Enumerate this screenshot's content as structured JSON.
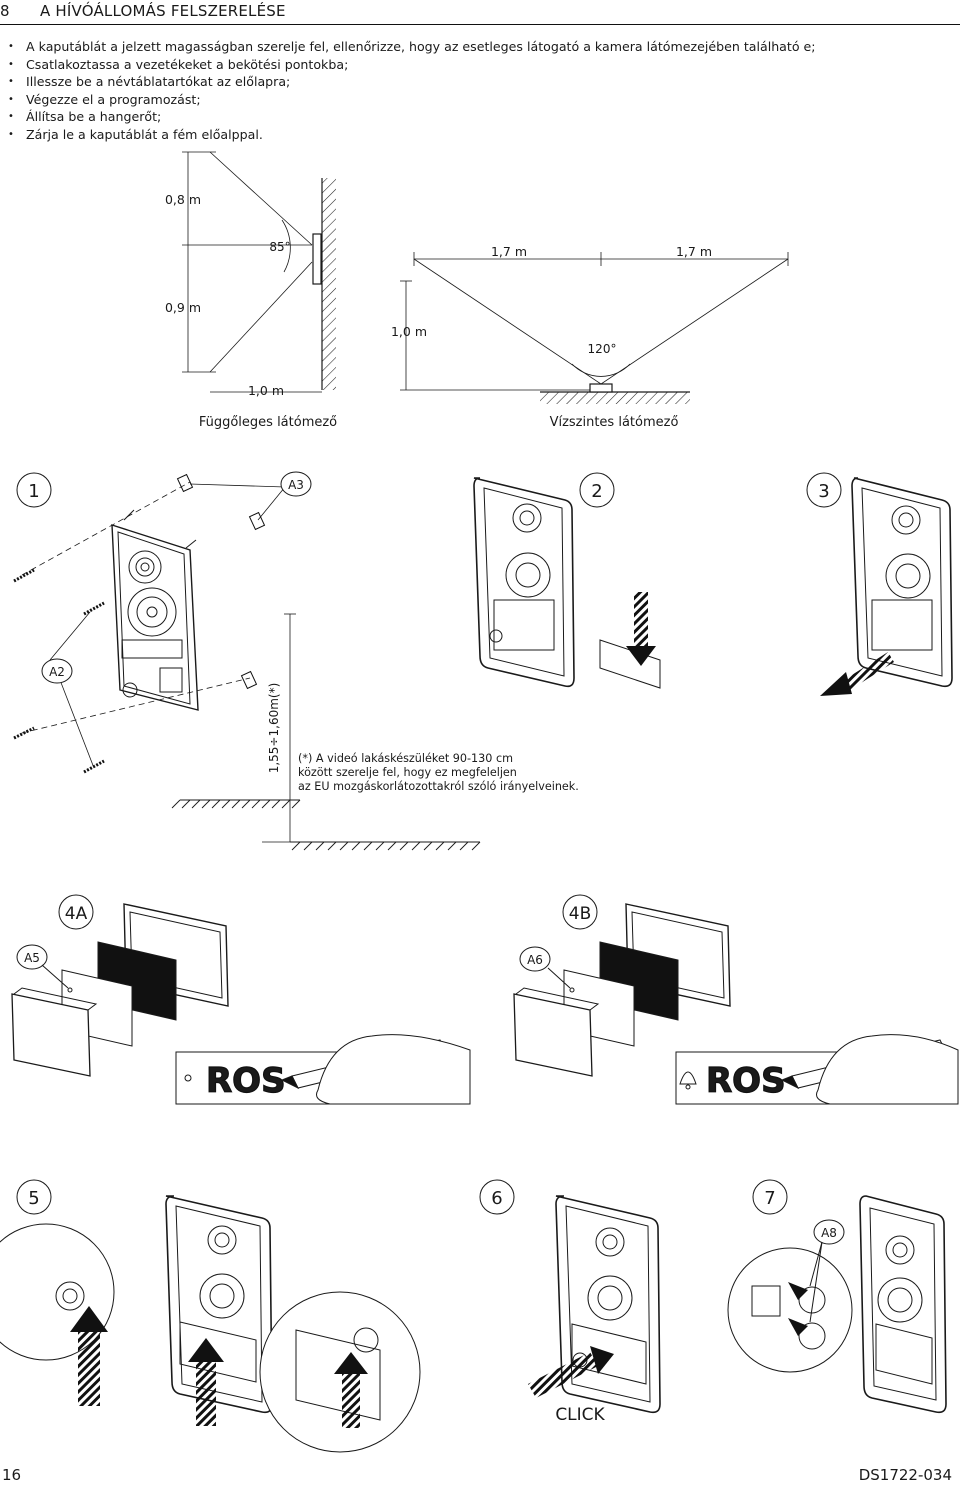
{
  "header": {
    "page_number": "8",
    "title": "A HÍVÓÁLLOMÁS FELSZERELÉSE"
  },
  "instructions": [
    "A kaputáblát a jelzett magasságban szerelje fel, ellenőrizze, hogy az esetleges látogató a kamera látómezejében található e;",
    "Csatlakoztassa a vezetékeket a bekötési pontokba;",
    "Illessze be a névtáblatartókat az előlapra;",
    "Végezze el a programozást;",
    "Állítsa be a hangerőt;",
    "Zárja le a kaputáblát a fém előalppal."
  ],
  "vertical_view": {
    "label_top": "0,8 m",
    "label_angle": "85°",
    "label_mid": "0,9 m",
    "label_bottom": "1,0 m",
    "caption": "Függőleges látómező"
  },
  "horizontal_view": {
    "label_left": "1,7 m",
    "label_right": "1,7 m",
    "label_depth": "1,0 m",
    "label_angle": "120°",
    "caption": "Vízszintes látómező"
  },
  "steps": {
    "s1": "1",
    "s2": "2",
    "s3": "3",
    "s4a": "4A",
    "s4b": "4B",
    "s5": "5",
    "s6": "6",
    "s7": "7"
  },
  "callouts": {
    "a2": "A2",
    "a3": "A3",
    "a5": "A5",
    "a6": "A6",
    "a8": "A8"
  },
  "mounting": {
    "height_label": "1,55÷1,60m(*)",
    "note_line1": "(*) A videó lakáskészüléket 90-130 cm",
    "note_line2": "között szerelje fel, hogy ez megfeleljen",
    "note_line3": "az EU mozgáskorlátozottakról szóló irányelveinek."
  },
  "nameplate_text_a": "ROS",
  "nameplate_text_b": "ROS",
  "click_label": "CLICK",
  "footer": {
    "left": "16",
    "right": "DS1722-034"
  }
}
